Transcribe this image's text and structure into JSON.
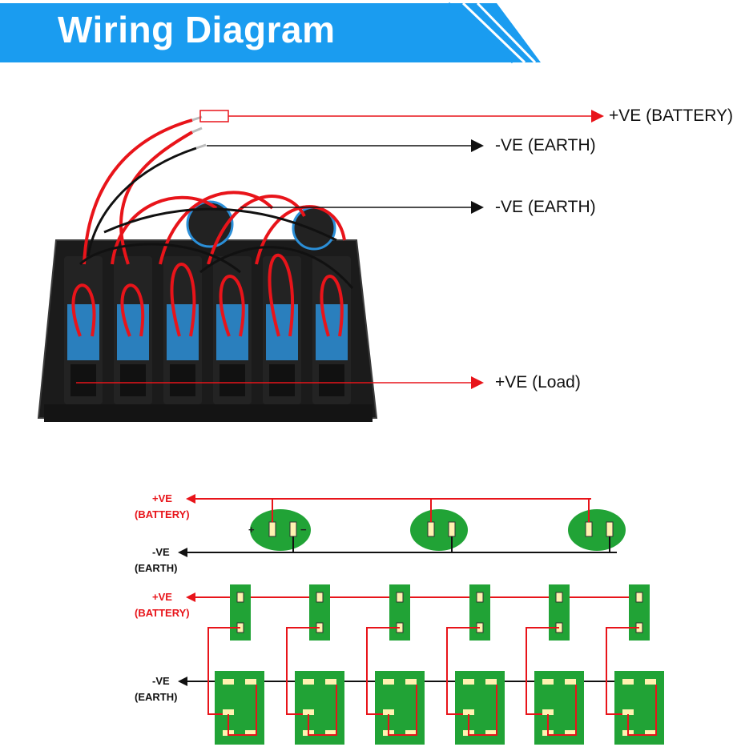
{
  "title": "Wiring Diagram",
  "photo_labels": {
    "battery": "+VE (BATTERY)",
    "earth_top": "-VE (EARTH)",
    "earth_mid": "-VE (EARTH)",
    "load": "+VE  (Load)"
  },
  "schematic": {
    "sockets_battery_l1": "+VE",
    "sockets_battery_l2": "(BATTERY)",
    "sockets_earth_l1": "-VE",
    "sockets_earth_l2": "(EARTH)",
    "switch_battery_l1": "+VE",
    "switch_battery_l2": "(BATTERY)",
    "switch_earth_l1": "-VE",
    "switch_earth_l2": "(EARTH)",
    "socket_plus": "+",
    "socket_minus": "−"
  },
  "colors": {
    "banner": "#1a9cf0",
    "red_wire": "#e8141a",
    "green_board": "#21a336",
    "panel": "#1a1a1a",
    "switch_blue": "#2b8fd8"
  }
}
